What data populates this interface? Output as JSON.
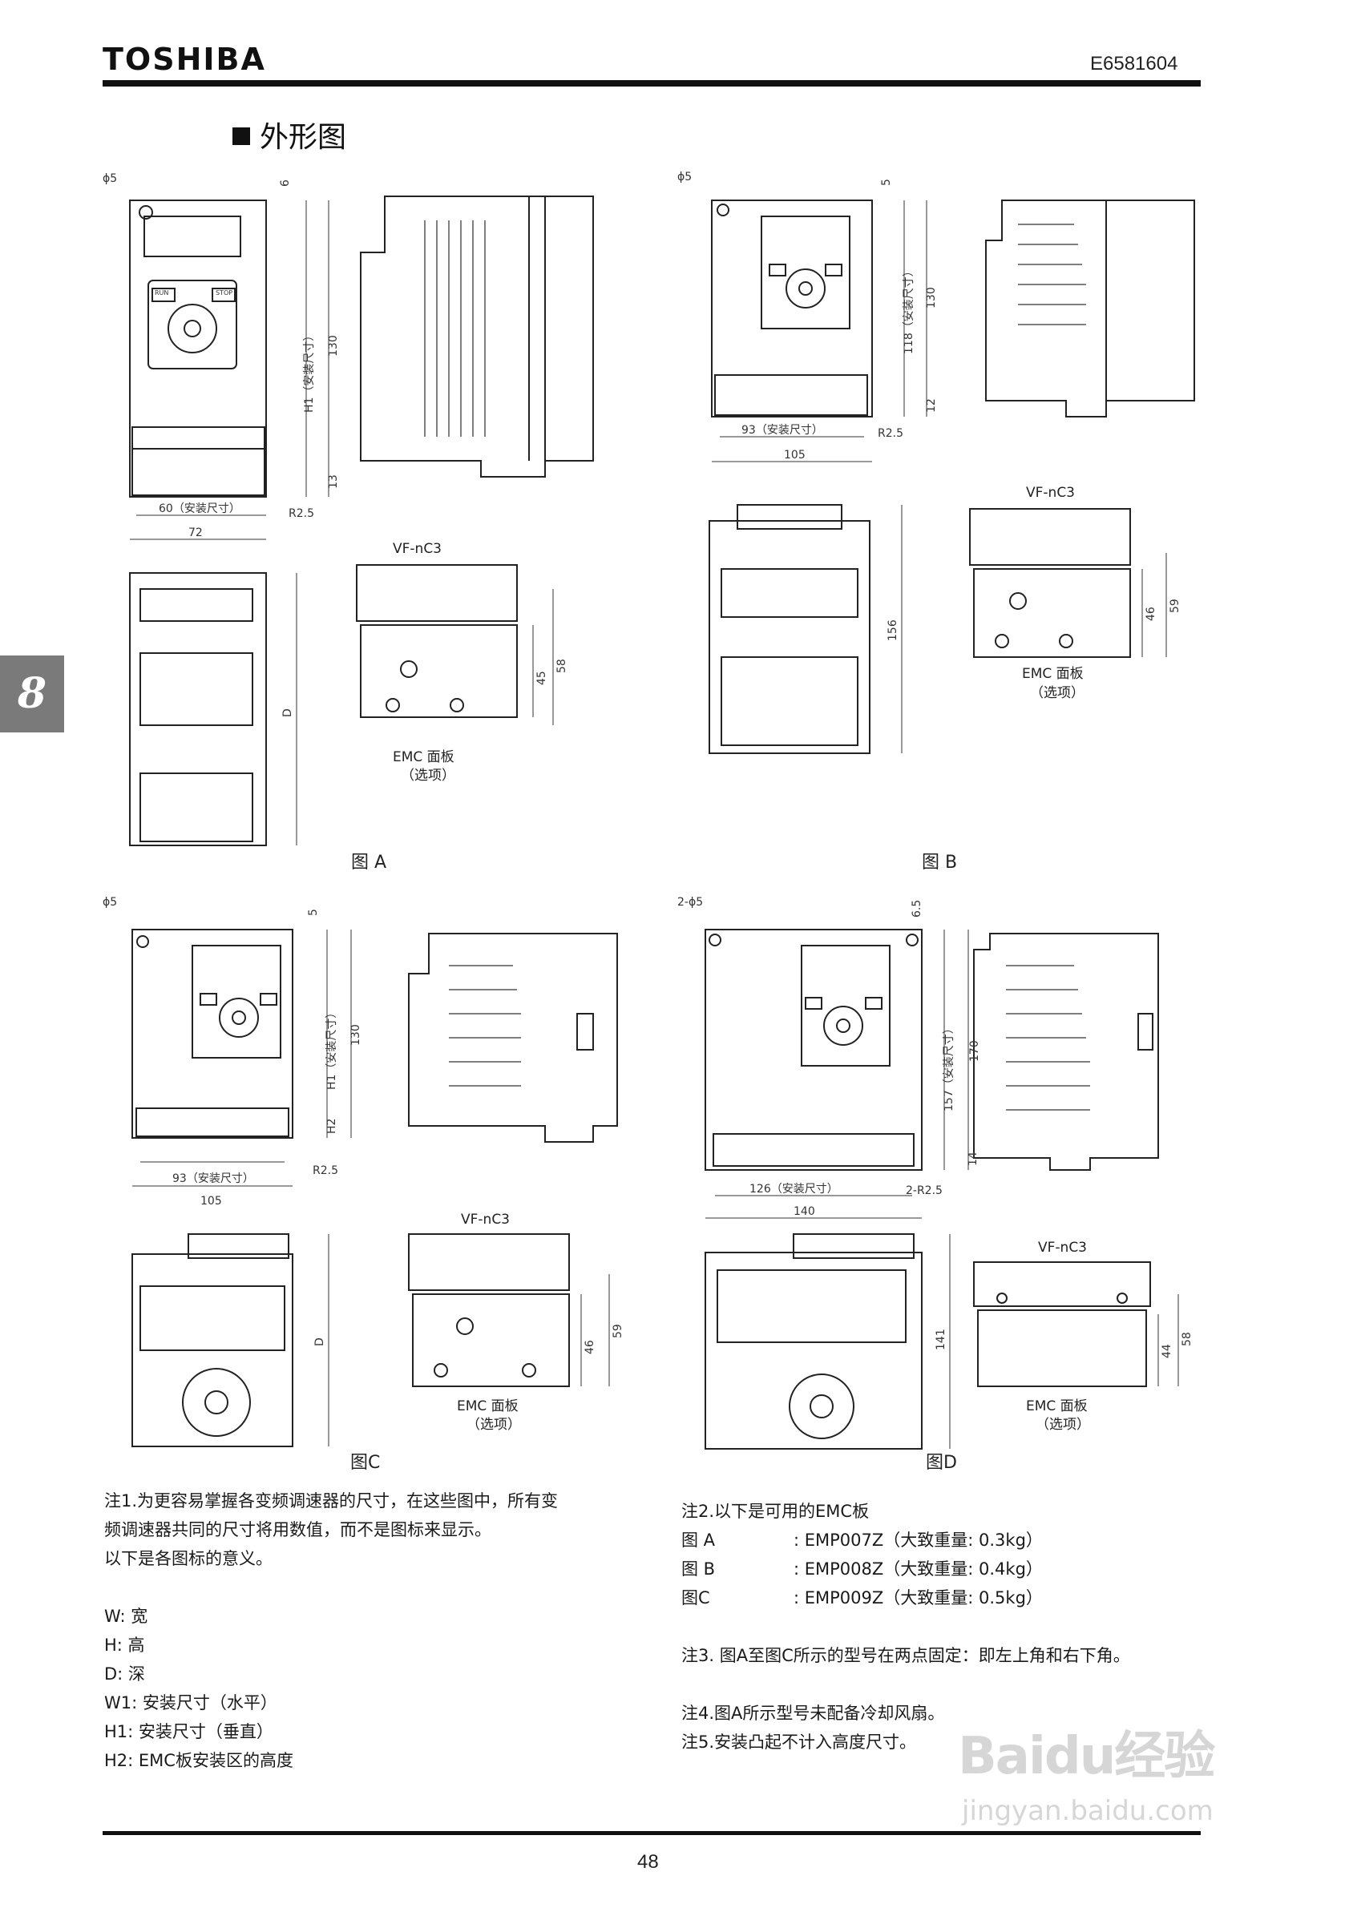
{
  "header": {
    "brand": "TOSHIBA",
    "doc_number": "E6581604"
  },
  "section_title": "外形图",
  "chapter_tab": "8",
  "figures": {
    "a": {
      "caption": "图 A",
      "dims": {
        "hole": "ϕ5",
        "top": "6",
        "height": "130",
        "h1": "H1（安装尺寸）",
        "bottom": "13",
        "w1": "60（安装尺寸）",
        "width": "72",
        "radius": "R2.5",
        "depth": "D",
        "emc_h2": "45",
        "emc_h": "58"
      },
      "emc_model": "VF-nC3",
      "emc_label": "EMC 面板",
      "emc_option": "（选项）"
    },
    "b": {
      "caption": "图 B",
      "dims": {
        "hole": "ϕ5",
        "top": "5",
        "height": "130",
        "h1": "118（安装尺寸）",
        "bottom": "12",
        "w1": "93（安装尺寸）",
        "width": "105",
        "radius": "R2.5",
        "depth": "156",
        "emc_h2": "46",
        "emc_h": "59"
      },
      "emc_model": "VF-nC3",
      "emc_label": "EMC 面板",
      "emc_option": "（选项）"
    },
    "c": {
      "caption": "图C",
      "dims": {
        "hole": "ϕ5",
        "top": "5",
        "height": "130",
        "h1": "H1（安装尺寸）",
        "bottom": "H2",
        "w1": "93（安装尺寸）",
        "width": "105",
        "radius": "R2.5",
        "depth": "D",
        "emc_h2": "46",
        "emc_h": "59"
      },
      "emc_model": "VF-nC3",
      "emc_label": "EMC 面板",
      "emc_option": "（选项）"
    },
    "d": {
      "caption": "图D",
      "dims": {
        "hole": "2-ϕ5",
        "top": "6.5",
        "height": "170",
        "h1": "157（安装尺寸）",
        "bottom": "14",
        "w1": "126（安装尺寸）",
        "width": "140",
        "radius": "2-R2.5",
        "depth": "141",
        "emc_h2": "44",
        "emc_h": "58"
      },
      "emc_model": "VF-nC3",
      "emc_label": "EMC 面板",
      "emc_option": "（选项）"
    }
  },
  "keypad": {
    "run": "RUN",
    "stop": "STOP"
  },
  "notes_left": [
    "注1.为更容易掌握各变频调速器的尺寸，在这些图中，所有变",
    "频调速器共同的尺寸将用数值，而不是图标来显示。",
    "以下是各图标的意义。",
    "",
    "W: 宽",
    "H: 高",
    "D: 深",
    "W1: 安装尺寸（水平）",
    "H1: 安装尺寸（垂直）",
    "H2: EMC板安装区的高度"
  ],
  "notes_right": {
    "note2_title": "注2.以下是可用的EMC板",
    "emc_rows": [
      {
        "fig": "图 A",
        "model": ": EMP007Z（大致重量: 0.3kg）"
      },
      {
        "fig": "图 B",
        "model": ": EMP008Z（大致重量: 0.4kg）"
      },
      {
        "fig": "图C",
        "model": ": EMP009Z（大致重量: 0.5kg）"
      }
    ],
    "note3": "注3. 图A至图C所示的型号在两点固定：即左上角和右下角。",
    "note4": "注4.图A所示型号未配备冷却风扇。",
    "note5": "注5.安装凸起不计入高度尺寸。"
  },
  "page_number": "48",
  "watermark": {
    "brand": "Baidu经验",
    "url": "jingyan.baidu.com"
  }
}
